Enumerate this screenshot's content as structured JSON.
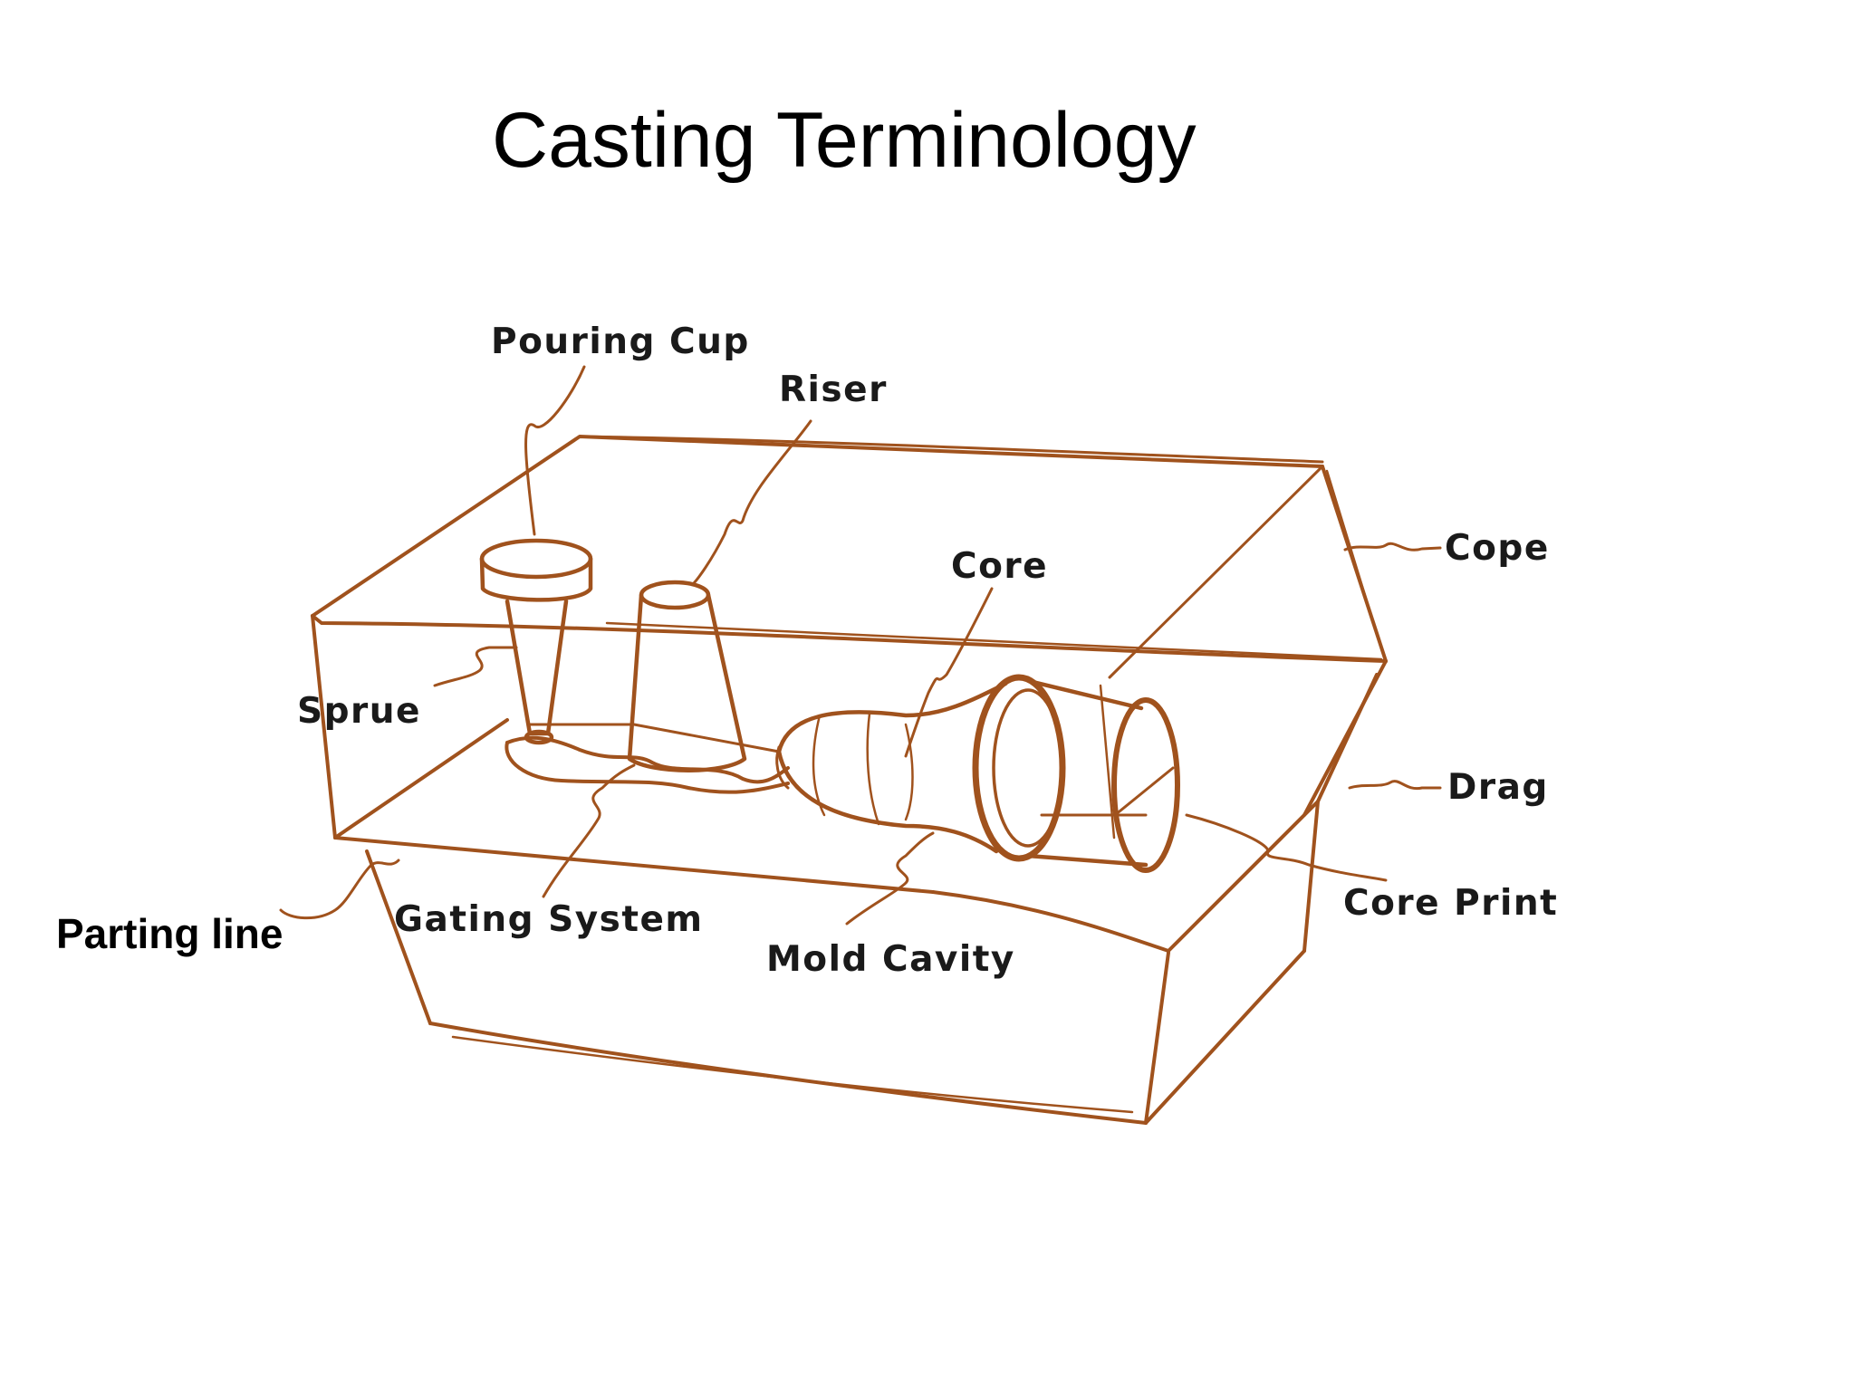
{
  "slide": {
    "title": "Casting Terminology"
  },
  "diagram": {
    "labels": {
      "pouring_cup": "Pouring Cup",
      "riser": "Riser",
      "core": "Core",
      "cope": "Cope",
      "sprue": "Sprue",
      "drag": "Drag",
      "core_print": "Core Print",
      "gating_system": "Gating System",
      "mold_cavity": "Mold Cavity",
      "parting_line": "Parting line"
    },
    "colors": {
      "sketch_stroke": "#a0521d",
      "sketch_light": "#c9895a",
      "label_text": "#1a1a1a",
      "label_plain_text": "#000000"
    }
  }
}
